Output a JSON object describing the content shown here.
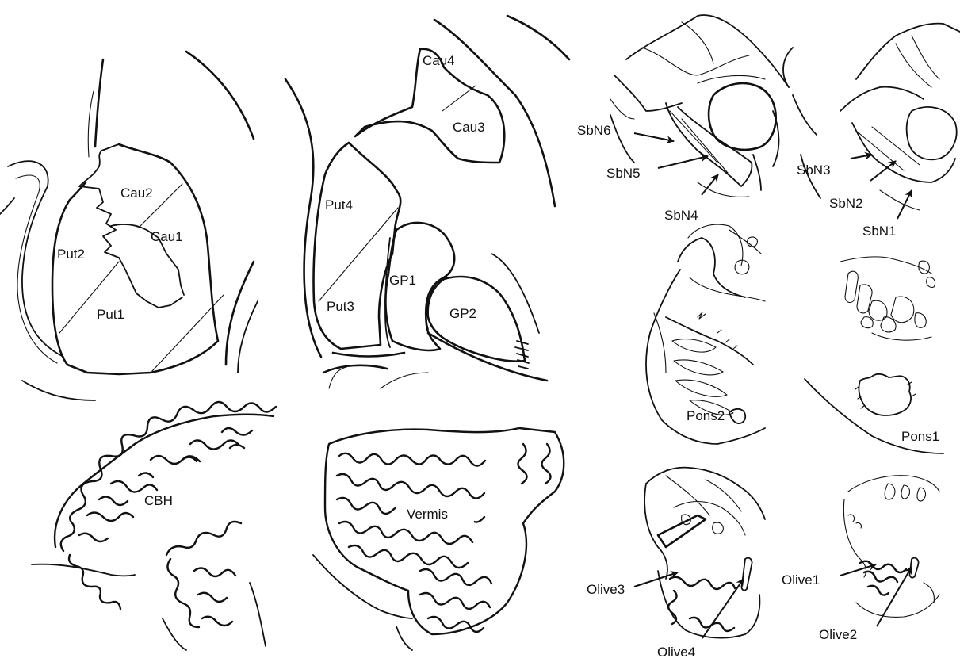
{
  "panels": {
    "striatum_left": {
      "labels": {
        "cau2": "Cau2",
        "cau1": "Cau1",
        "put2": "Put2",
        "put1": "Put1"
      }
    },
    "striatum_right": {
      "labels": {
        "cau4": "Cau4",
        "cau3": "Cau3",
        "put4": "Put4",
        "put3": "Put3",
        "gp1": "GP1",
        "gp2": "GP2"
      }
    },
    "cerebellum_hemisphere": {
      "labels": {
        "cbh": "CBH"
      }
    },
    "cerebellum_vermis": {
      "labels": {
        "vermis": "Vermis"
      }
    },
    "substantia_nigra_left": {
      "labels": {
        "sbn6": "SbN6",
        "sbn5": "SbN5",
        "sbn4": "SbN4"
      }
    },
    "substantia_nigra_right": {
      "labels": {
        "sbn3": "SbN3",
        "sbn2": "SbN2",
        "sbn1": "SbN1"
      }
    },
    "pons_left": {
      "labels": {
        "pons2": "Pons2"
      }
    },
    "pons_right": {
      "labels": {
        "pons1": "Pons1"
      }
    },
    "olive_left": {
      "labels": {
        "olive3": "Olive3",
        "olive4": "Olive4"
      }
    },
    "olive_right": {
      "labels": {
        "olive1": "Olive1",
        "olive2": "Olive2"
      }
    }
  }
}
